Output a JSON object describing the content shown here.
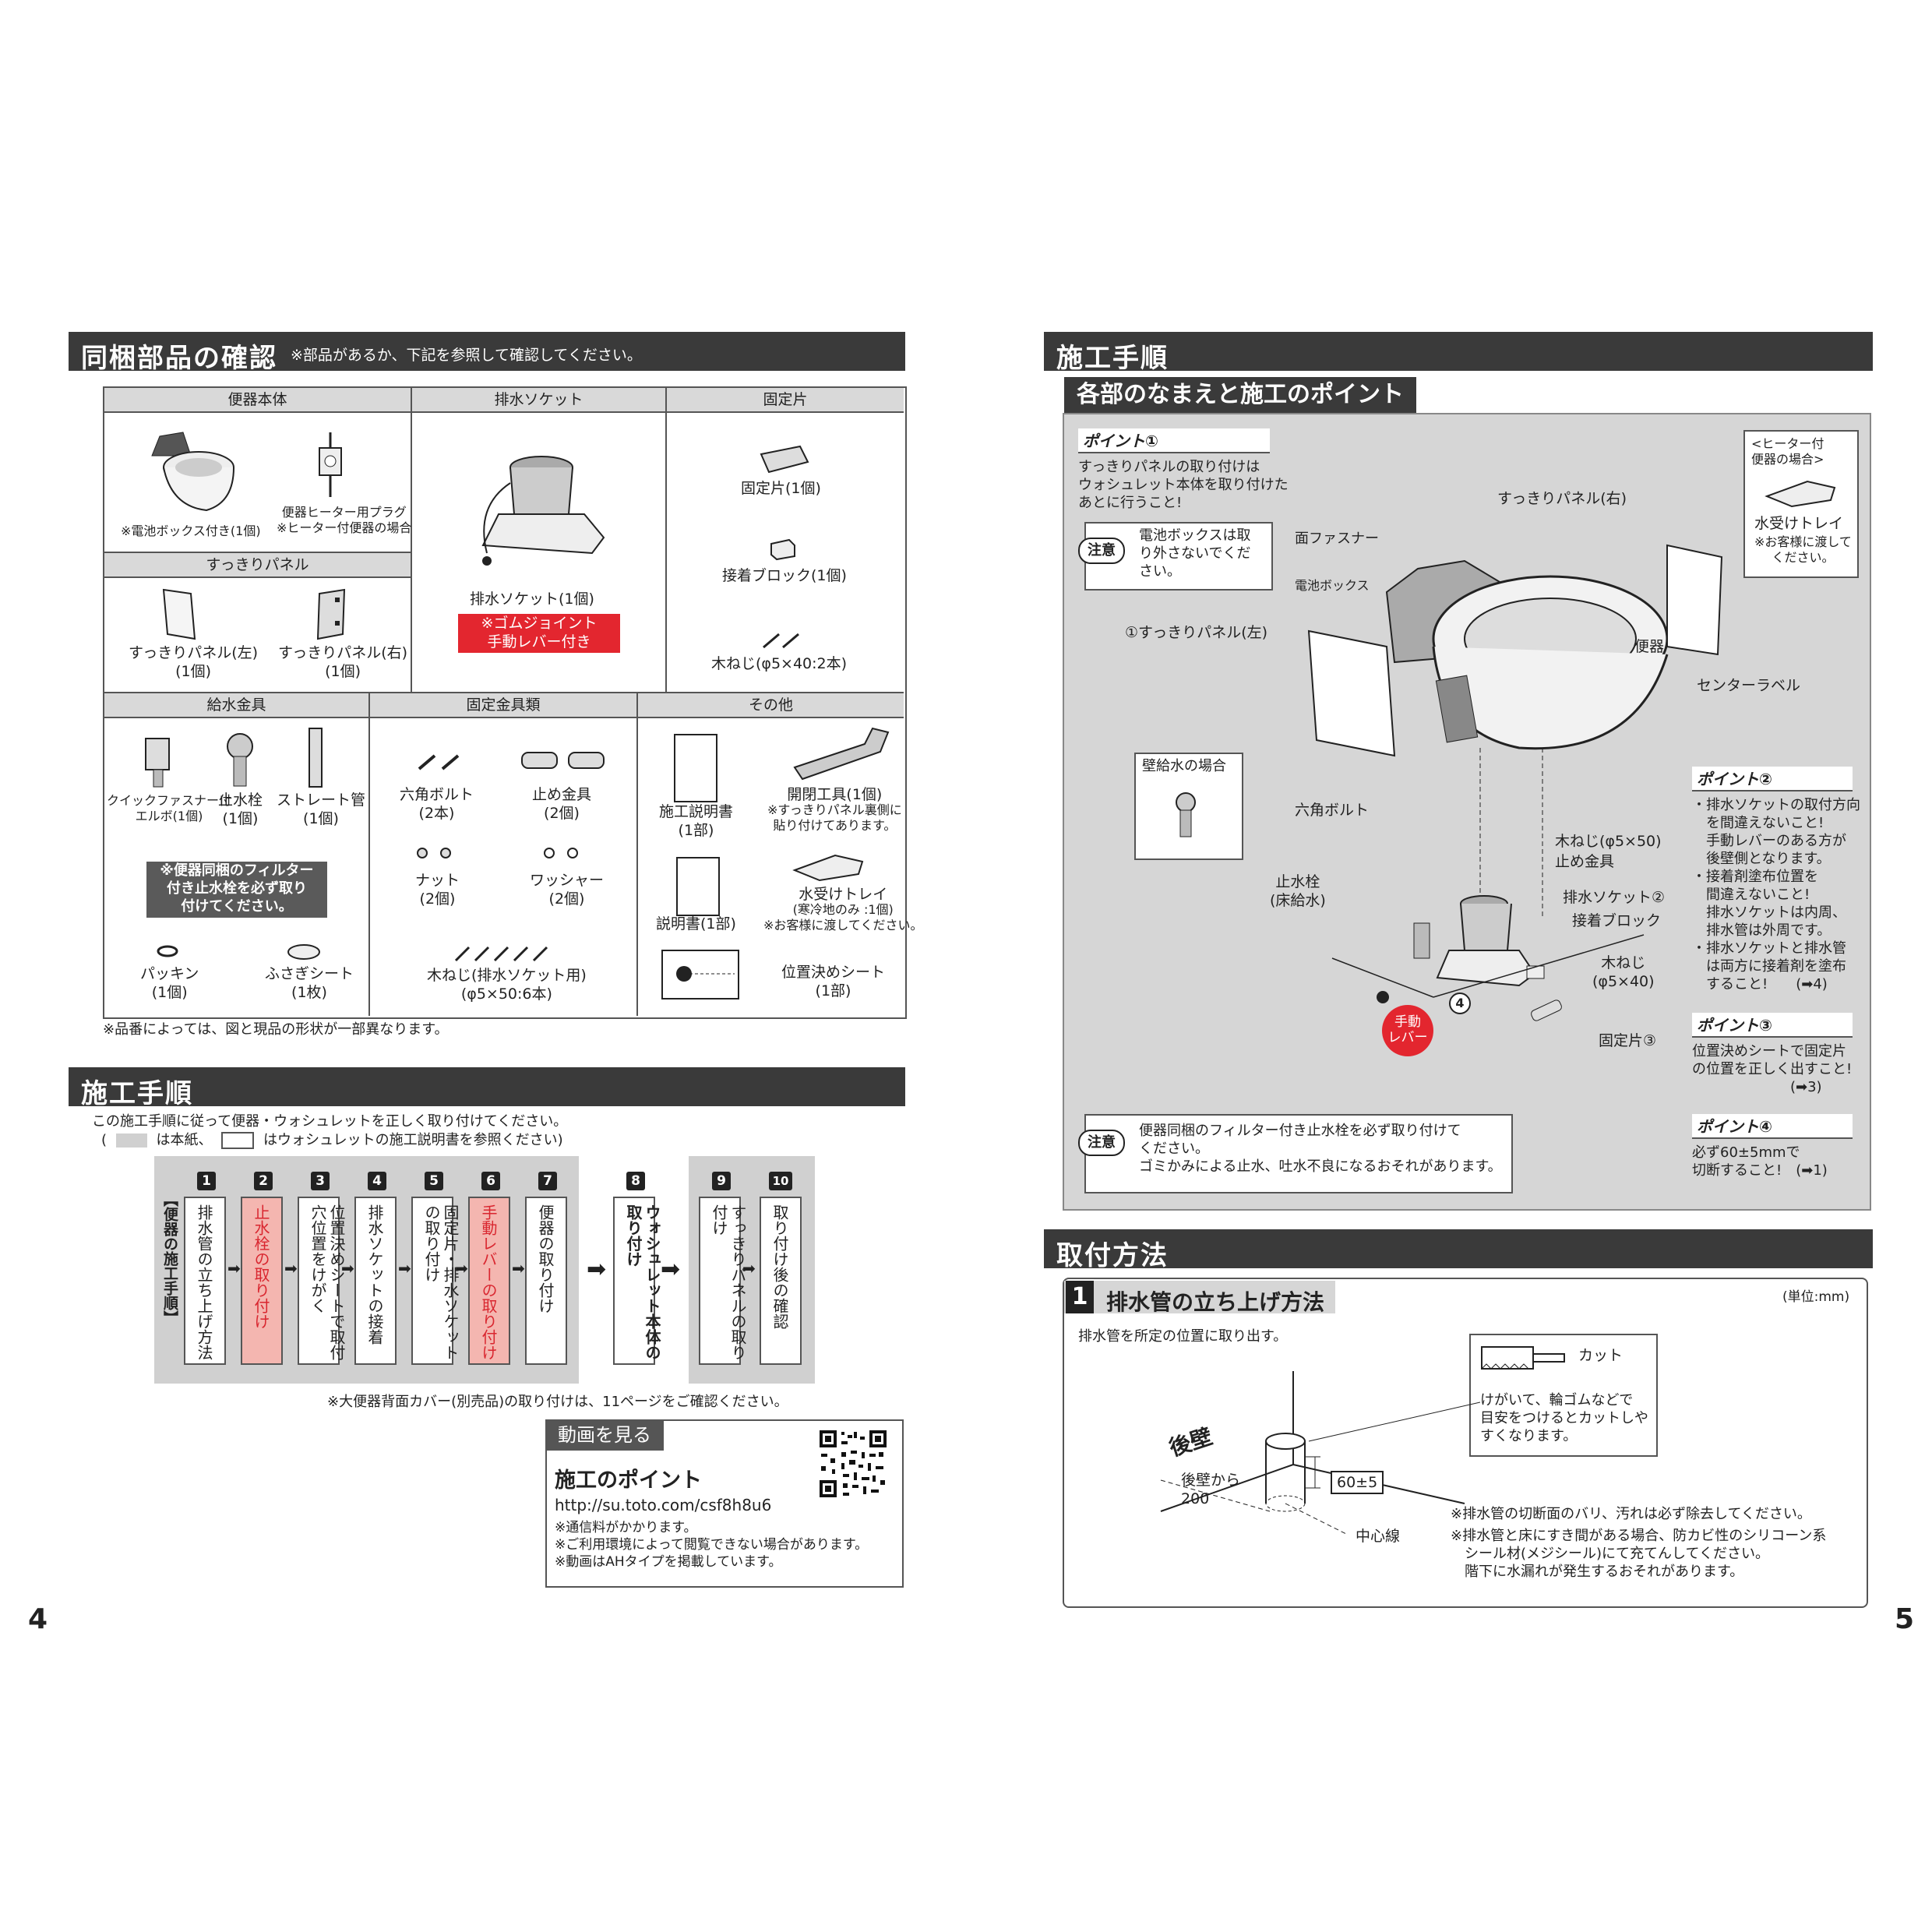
{
  "left": {
    "parts_section": {
      "title": "同梱部品の確認",
      "subtitle": "※部品があるか、下記を参照して確認してください。"
    },
    "parts_table": {
      "toilet_body": {
        "header": "便器本体",
        "item1": "※電池ボックス付き(1個)",
        "item2_line1": "便器ヒーター用プラグ",
        "item2_line2": "※ヒーター付便器の場合"
      },
      "panel": {
        "header": "すっきりパネル",
        "left_line1": "すっきりパネル(左)",
        "left_line2": "(1個)",
        "right_line1": "すっきりパネル(右)",
        "right_line2": "(1個)"
      },
      "drain_socket": {
        "header": "排水ソケット",
        "item": "排水ソケット(1個)",
        "note_line1": "※ゴムジョイント",
        "note_line2": "手動レバー付き"
      },
      "fixing": {
        "header": "固定片",
        "item1": "固定片(1個)",
        "item2": "接着ブロック(1個)",
        "item3": "木ねじ(φ5×40:2本)"
      },
      "water_supply": {
        "header": "給水金具",
        "elbow_line1": "クイックファスナー付",
        "elbow_line2": "エルボ(1個)",
        "valve_line1": "止水栓",
        "valve_line2": "(1個)",
        "straight_line1": "ストレート管",
        "straight_line2": "(1個)",
        "note_line1": "※便器同梱のフィルター",
        "note_line2": "付き止水栓を必ず取り",
        "note_line3": "付けてください。",
        "packing_line1": "パッキン",
        "packing_line2": "(1個)",
        "cover_line1": "ふさぎシート",
        "cover_line2": "(1枚)"
      },
      "fixtures": {
        "header": "固定金具類",
        "bolt_line1": "六角ボルト",
        "bolt_line2": "(2本)",
        "stopper_line1": "止め金具",
        "stopper_line2": "(2個)",
        "nut_line1": "ナット",
        "nut_line2": "(2個)",
        "washer_line1": "ワッシャー",
        "washer_line2": "(2個)",
        "screw_line1": "木ねじ(排水ソケット用)",
        "screw_line2": "(φ5×50:6本)"
      },
      "other": {
        "header": "その他",
        "manual_line1": "施工説明書",
        "manual_line2": "(1部)",
        "tool_line1": "開閉工具(1個)",
        "tool_line2": "※すっきりパネル裏側に",
        "tool_line3": "貼り付けてあります。",
        "guide_line1": "説明書(1部)",
        "tray_line1": "水受けトレイ",
        "tray_line2": "(寒冷地のみ :1個)",
        "tray_line3": "※お客様に渡してください。",
        "sheet_line1": "位置決めシート",
        "sheet_line2": "(1部)"
      }
    },
    "parts_footnote": "※品番によっては、図と現品の形状が一部異なります。",
    "procedure": {
      "title": "施工手順",
      "intro": "この施工手順に従って便器・ウォシュレットを正しく取り付けてください。",
      "legend_open": "(",
      "legend_this": "は本紙、",
      "legend_other": "はウォシュレットの施工説明書を参照ください)",
      "group_label": "【便器の施工手順】",
      "steps": [
        {
          "num": "1",
          "label": "排水管の立ち上げ方法"
        },
        {
          "num": "2",
          "label": "止水栓の取り付け"
        },
        {
          "num": "3",
          "label": "位置決めシートで取付穴位置をけがく"
        },
        {
          "num": "4",
          "label": "排水ソケットの接着"
        },
        {
          "num": "5",
          "label": "固定片・排水ソケットの取り付け"
        },
        {
          "num": "6",
          "label": "手動レバーの取り付け"
        },
        {
          "num": "7",
          "label": "便器の取り付け"
        },
        {
          "num": "8",
          "label": "ウォシュレット本体の取り付け"
        },
        {
          "num": "9",
          "label": "すっきりパネルの取り付け"
        },
        {
          "num": "10",
          "label": "取り付け後の確認"
        }
      ],
      "cover_note": "※大便器背面カバー(別売品)の取り付けは、11ページをご確認ください。"
    },
    "video": {
      "tab": "動画を見る",
      "title": "施工のポイント",
      "url": "http://su.toto.com/csf8h8u6",
      "note1": "※通信料がかかります。",
      "note2": "※ご利用環境によって閲覧できない場合があります。",
      "note3": "※動画はAHタイプを掲載しています。"
    },
    "page_number": "4"
  },
  "right": {
    "procedure_title": "施工手順",
    "names_title": "各部のなまえと施工のポイント",
    "point1": {
      "title": "ポイント①",
      "line1": "すっきりパネルの取り付けは",
      "line2": "ウォシュレット本体を取り付けた",
      "line3": "あとに行うこと!"
    },
    "caution1": {
      "badge": "注意",
      "line1": "電池ボックスは取",
      "line2": "り外さないでくだ",
      "line3": "さい。"
    },
    "heater_box": {
      "line1": "<ヒーター付",
      "line2": "便器の場合>",
      "tray": "水受けトレイ",
      "note1": "※お客様に渡して",
      "note2": "ください。"
    },
    "labels": {
      "panel_right": "すっきりパネル(右)",
      "fastener": "面ファスナー",
      "battery": "電池ボックス",
      "panel_left": "①すっきりパネル(左)",
      "toilet": "便器",
      "center_label": "センターラベル",
      "wall_supply": "壁給水の場合",
      "hex_bolt": "六角ボルト",
      "screw": "木ねじ(φ5×50)",
      "stopper": "止め金具",
      "valve_line1": "止水栓",
      "valve_line2": "(床給水)",
      "drain_socket": "排水ソケット②",
      "adhesive": "接着ブロック",
      "screw2_line1": "木ねじ",
      "screw2_line2": "(φ5×40)",
      "lever_line1": "手動",
      "lever_line2": "レバー",
      "fixing": "固定片③",
      "marker4": "4"
    },
    "point2": {
      "title": "ポイント②",
      "lines": [
        "・排水ソケットの取付方向",
        "　を間違えないこと!",
        "　手動レバーのある方が",
        "　後壁側となります。",
        "・接着剤塗布位置を",
        "　間違えないこと!",
        "　排水ソケットは内周、",
        "　排水管は外周です。",
        "・排水ソケットと排水管",
        "　は両方に接着剤を塗布",
        "　すること!　　(➡4)"
      ]
    },
    "point3": {
      "title": "ポイント③",
      "lines": [
        "位置決めシートで固定片",
        "の位置を正しく出すこと!",
        "　　　　　　　(➡3)"
      ]
    },
    "point4": {
      "title": "ポイント④",
      "lines": [
        "必ず60±5mmで",
        "切断すること!　(➡1)"
      ]
    },
    "caution2": {
      "badge": "注意",
      "line1": "便器同梱のフィルター付き止水栓を必ず取り付けて",
      "line2": "ください。",
      "line3": "ゴミかみによる止水、吐水不良になるおそれがあります。"
    },
    "mount_title": "取付方法",
    "step1": {
      "num": "1",
      "title": "排水管の立ち上げ方法",
      "unit": "(単位:mm)",
      "intro": "排水管を所定の位置に取り出す。",
      "cut": "カット",
      "cut_note1": "けがいて、輪ゴムなどで",
      "cut_note2": "目安をつけるとカットしや",
      "cut_note3": "すくなります。",
      "wall": "後壁",
      "from_wall_line1": "後壁から",
      "from_wall_line2": "200",
      "height": "60±5",
      "center": "中心線",
      "note1": "※排水管の切断面のバリ、汚れは必ず除去してください。",
      "note2_line1": "※排水管と床にすき間がある場合、防カビ性のシリコーン系",
      "note2_line2": "シール材(メジシール)にて充てんしてください。",
      "note2_line3": "階下に水漏れが発生するおそれがあります。"
    },
    "page_number": "5"
  }
}
